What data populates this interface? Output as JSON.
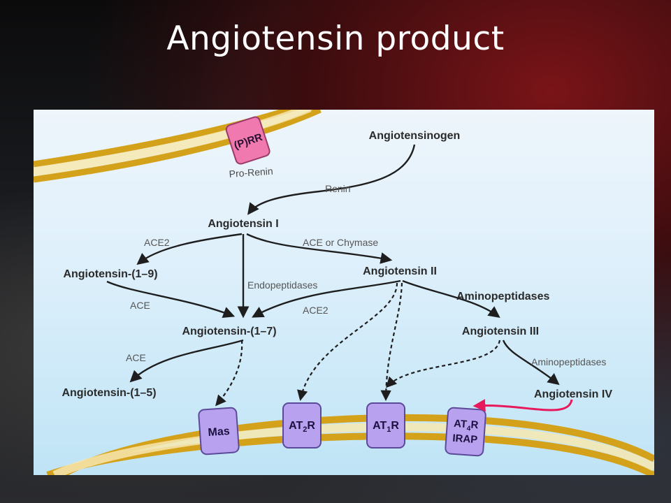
{
  "slide": {
    "title": "Angiotensin product"
  },
  "nodes": {
    "angiotensinogen": "Angiotensinogen",
    "ang1": "Angiotensin I",
    "ang19": "Angiotensin-(1–9)",
    "ang2": "Angiotensin II",
    "ang17": "Angiotensin-(1–7)",
    "ang3": "Angiotensin III",
    "ang15": "Angiotensin-(1–5)",
    "ang4": "Angiotensin IV"
  },
  "enzymes": {
    "renin": "Renin",
    "prorenin": "Pro-Renin",
    "ace2_top": "ACE2",
    "ace_or_chymase": "ACE or Chymase",
    "endopeptidases": "Endopeptidases",
    "ace_left": "ACE",
    "ace2_mid": "ACE2",
    "aminopeptidases_1": "Aminopeptidases",
    "ace_bottom": "ACE",
    "aminopeptidases_2": "Aminopeptidases"
  },
  "receptors": {
    "prr": {
      "top": "(P)RR"
    },
    "mas": {
      "top": "Mas"
    },
    "at2r": {
      "main": "AT",
      "sub": "2",
      "end": "R"
    },
    "at1r": {
      "main": "AT",
      "sub": "1",
      "end": "R"
    },
    "at4r": {
      "main": "AT",
      "sub": "4",
      "end": "R",
      "line2": "IRAP"
    }
  },
  "colors": {
    "membrane": "#d4a21a",
    "receptor_purple": "#b8a2f0",
    "receptor_pink": "#f07ab0",
    "arrow_magenta": "#e8185c",
    "arrow_dark": "#1e1e1e"
  }
}
